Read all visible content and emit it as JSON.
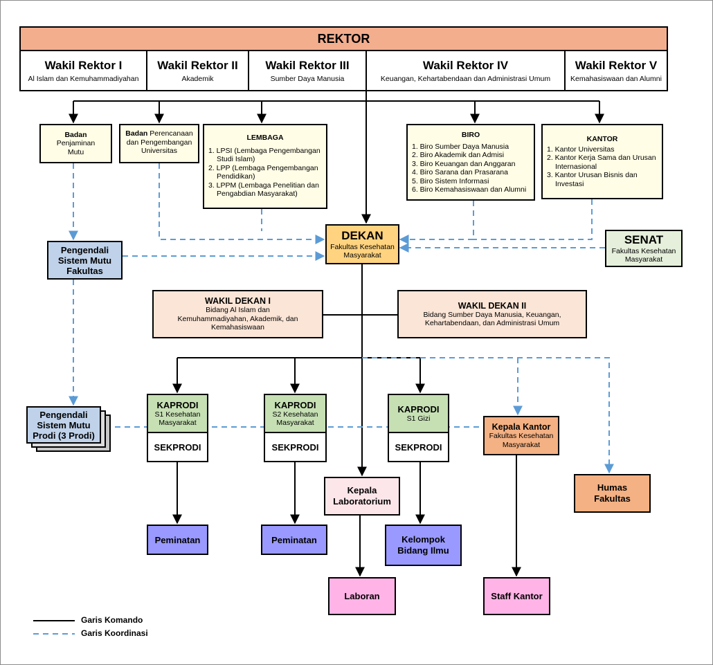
{
  "colors": {
    "rektor": "#f3ae8e",
    "yellow": "#fffde6",
    "dekan": "#ffd37f",
    "blue": "#bfd2ea",
    "senat": "#e5efdb",
    "wakil_dekan": "#fbe5d6",
    "kaprodi": "#c6e0b4",
    "kepala_kantor": "#f4b183",
    "pink_light": "#fde6ea",
    "purple": "#9999ff",
    "pink": "#ffb3e6",
    "dash": "#5b9bd5"
  },
  "rektor": {
    "title": "REKTOR"
  },
  "wakil_rektor": [
    {
      "title": "Wakil Rektor I",
      "subtitle": "Al Islam dan Kemuhammadiyahan"
    },
    {
      "title": "Wakil Rektor II",
      "subtitle": "Akademik"
    },
    {
      "title": "Wakil Rektor III",
      "subtitle": "Sumber Daya Manusia"
    },
    {
      "title": "Wakil Rektor IV",
      "subtitle": "Keuangan, Kehartabendaan dan Administrasi Umum"
    },
    {
      "title": "Wakil Rektor V",
      "subtitle": "Kemahasiswaan dan Alumni"
    }
  ],
  "badan_mutu": {
    "title": "Badan",
    "line1": "Penjaminan",
    "line2": "Mutu"
  },
  "badan_perencanaan": {
    "title": "Badan",
    "rest": " Perencanaan",
    "line2": "dan Pengembangan",
    "line3": "Universitas"
  },
  "lembaga": {
    "title": "LEMBAGA",
    "items": [
      "1. LPSI (Lembaga Pengembangan Studi Islam)",
      "2. LPP (Lembaga Pengembangan Pendidikan)",
      "3. LPPM (Lembaga Penelitian dan Pengabdian Masyarakat)"
    ]
  },
  "biro": {
    "title": "BIRO",
    "items": [
      "1. Biro Sumber Daya Manusia",
      "2. Biro Akademik dan Admisi",
      "3. Biro Keuangan dan Anggaran",
      "4. Biro Sarana dan Prasarana",
      "5. Biro Sistem Informasi",
      "6. Biro Kemahasiswaan dan Alumni"
    ]
  },
  "kantor": {
    "title": "KANTOR",
    "items": [
      "1. Kantor Universitas",
      "2. Kantor Kerja Sama dan Urusan Internasional",
      "3. Kantor Urusan Bisnis dan Investasi"
    ]
  },
  "dekan": {
    "title": "DEKAN",
    "line1": "Fakultas Kesehatan",
    "line2": "Masyarakat"
  },
  "senat": {
    "title": "SENAT",
    "line1": "Fakultas Kesehatan",
    "line2": "Masyarakat"
  },
  "pengendali_fakultas": {
    "line1": "Pengendali",
    "line2": "Sistem Mutu",
    "line3": "Fakultas"
  },
  "wakil_dekan_1": {
    "title": "WAKIL DEKAN I",
    "line1": "Bidang Al Islam dan",
    "line2": "Kemuhammadiyahan, Akademik, dan",
    "line3": "Kemahasiswaan"
  },
  "wakil_dekan_2": {
    "title": "WAKIL DEKAN II",
    "line1": "Bidang Sumber Daya Manusia, Keuangan,",
    "line2": "Kehartabendaan, dan Administrasi Umum"
  },
  "pengendali_prodi": {
    "line1": "Pengendali",
    "line2": "Sistem Mutu",
    "line3": "Prodi (3 Prodi)"
  },
  "kaprodi": [
    {
      "title": "KAPRODI",
      "line1": "S1 Kesehatan",
      "line2": "Masyarakat",
      "sekprodi": "SEKPRODI"
    },
    {
      "title": "KAPRODI",
      "line1": "S2 Kesehatan",
      "line2": "Masyarakat",
      "sekprodi": "SEKPRODI"
    },
    {
      "title": "KAPRODI",
      "line1": "S1 Gizi",
      "line2": "",
      "sekprodi": "SEKPRODI"
    }
  ],
  "kepala_kantor": {
    "title": "Kepala Kantor",
    "line1": "Fakultas Kesehatan",
    "line2": "Masyarakat"
  },
  "kepala_lab": {
    "line1": "Kepala",
    "line2": "Laboratorium"
  },
  "humas": {
    "line1": "Humas",
    "line2": "Fakultas"
  },
  "peminatan_1": "Peminatan",
  "peminatan_2": "Peminatan",
  "kelompok": {
    "line1": "Kelompok",
    "line2": "Bidang Ilmu"
  },
  "laboran": "Laboran",
  "staff_kantor": "Staff Kantor",
  "legend": {
    "komando": "Garis Komando",
    "koordinasi": "Garis Koordinasi"
  }
}
